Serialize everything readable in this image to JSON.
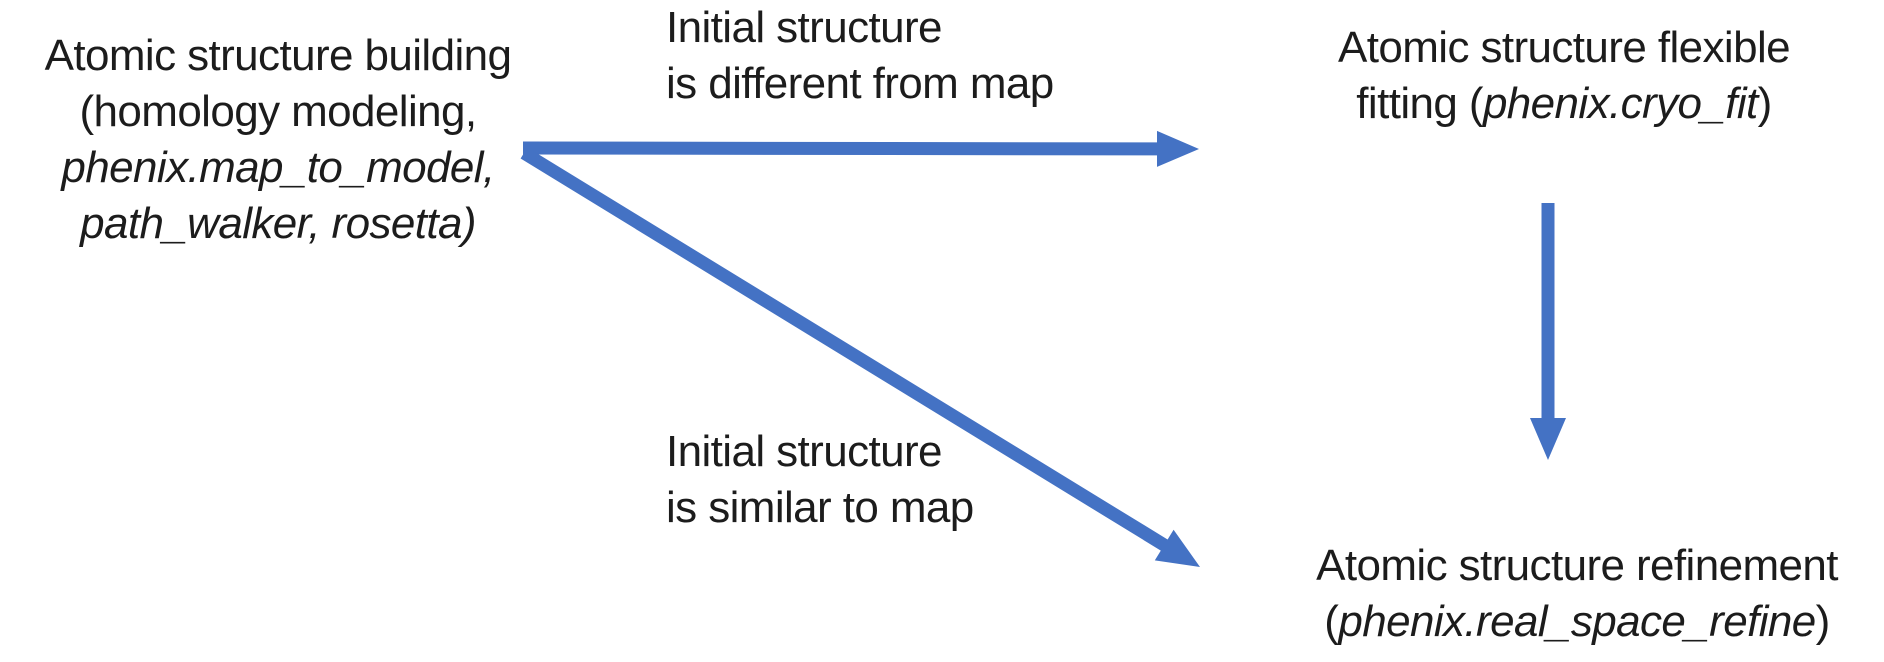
{
  "colors": {
    "background": "#ffffff",
    "text": "#1c1c1c",
    "arrow": "#4472C4"
  },
  "nodes": {
    "building": {
      "line1": "Atomic structure building",
      "line2": "(homology modeling,",
      "line3": "phenix.map_to_model,",
      "line4": "path_walker, rosetta)"
    },
    "flexible_fitting": {
      "line1": "Atomic structure flexible",
      "line2_prefix": "fitting (",
      "line2_program": "phenix.cryo_fit",
      "line2_suffix": ")"
    },
    "refinement": {
      "line1": "Atomic structure refinement",
      "line2_prefix": "(",
      "line2_program": "phenix.real_space_refine",
      "line2_suffix": ")"
    }
  },
  "edge_labels": {
    "different": {
      "line1": "Initial structure",
      "line2": "is different from map"
    },
    "similar": {
      "line1": "Initial structure",
      "line2": "is similar to map"
    }
  }
}
